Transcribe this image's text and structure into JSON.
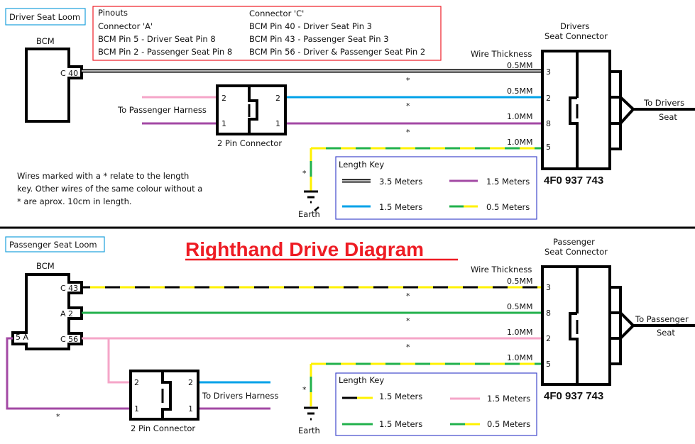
{
  "colors": {
    "black": "#000000",
    "blue": "#00a2e8",
    "purple": "#a349a4",
    "pink": "#f5a6c8",
    "green": "#22b14c",
    "yellow": "#fff200",
    "red": "#ee1c24",
    "loom_label_border": "#1ca0dc",
    "key_border": "#3f48cc"
  },
  "title": "Righthand Drive Diagram",
  "pinouts": {
    "heading": "Pinouts",
    "connector_a": {
      "label": "Connector 'A'",
      "lines": [
        "BCM Pin 5  - Driver Seat Pin 8",
        "BCM Pin 2 - Passenger Seat Pin 8"
      ]
    },
    "connector_c": {
      "label": "Connector 'C'",
      "lines": [
        "BCM Pin 40 - Driver Seat Pin 3",
        "BCM Pin 43 - Passenger Seat Pin 3",
        "BCM Pin 56 - Driver & Passenger Seat Pin 2"
      ]
    }
  },
  "note": [
    "Wires marked with a * relate to the length",
    "key. Other wires of the same colour without a",
    "* are aprox. 10cm in length."
  ],
  "asterisk": "*",
  "driver": {
    "loom_label": "Driver Seat Loom",
    "bcm_label": "BCM",
    "bcm_pin": "C 40",
    "connector_title": [
      "Drivers",
      "Seat Connector"
    ],
    "wire_thickness_label": "Wire Thickness",
    "wires": [
      {
        "pin": "3",
        "thickness": "0.5MM",
        "color": "black-double"
      },
      {
        "pin": "2",
        "thickness": "0.5MM",
        "color": "blue"
      },
      {
        "pin": "8",
        "thickness": "1.0MM",
        "color": "purple"
      },
      {
        "pin": "5",
        "thickness": "1.0MM",
        "color": "green-yellow"
      }
    ],
    "part_number": "4F0 937 743",
    "to_seat": [
      "To Drivers",
      "Seat"
    ],
    "two_pin": {
      "label": "2 Pin Connector",
      "left_pins": [
        "2",
        "1"
      ],
      "right_pins": [
        "2",
        "1"
      ],
      "harness_label": "To Passenger Harness"
    },
    "earth_label": "Earth",
    "length_key": {
      "title": "Length Key",
      "entries": [
        {
          "sample": "black-double",
          "length": "3.5 Meters"
        },
        {
          "sample": "purple",
          "length": "1.5 Meters"
        },
        {
          "sample": "blue",
          "length": "1.5 Meters"
        },
        {
          "sample": "green-yellow",
          "length": "0.5 Meters"
        }
      ]
    }
  },
  "passenger": {
    "loom_label": "Passenger Seat Loom",
    "bcm_label": "BCM",
    "bcm_pins": [
      "C 43",
      "A  2",
      "C 56",
      "5  A"
    ],
    "connector_title": [
      "Passenger",
      "Seat Connector"
    ],
    "wire_thickness_label": "Wire Thickness",
    "wires": [
      {
        "pin": "3",
        "thickness": "0.5MM",
        "color": "black-yellow"
      },
      {
        "pin": "8",
        "thickness": "0.5MM",
        "color": "green"
      },
      {
        "pin": "2",
        "thickness": "1.0MM",
        "color": "pink"
      },
      {
        "pin": "5",
        "thickness": "1.0MM",
        "color": "green-yellow"
      }
    ],
    "part_number": "4F0 937 743",
    "to_seat": [
      "To Passenger",
      "Seat"
    ],
    "two_pin": {
      "label": "2 Pin Connector",
      "left_pins": [
        "2",
        "1"
      ],
      "right_pins": [
        "2",
        "1"
      ],
      "harness_label": "To Drivers Harness"
    },
    "earth_label": "Earth",
    "length_key": {
      "title": "Length Key",
      "entries": [
        {
          "sample": "black-yellow",
          "length": "1.5 Meters"
        },
        {
          "sample": "pink",
          "length": "1.5 Meters"
        },
        {
          "sample": "green",
          "length": "1.5 Meters"
        },
        {
          "sample": "green-yellow",
          "length": "0.5 Meters"
        }
      ]
    }
  }
}
